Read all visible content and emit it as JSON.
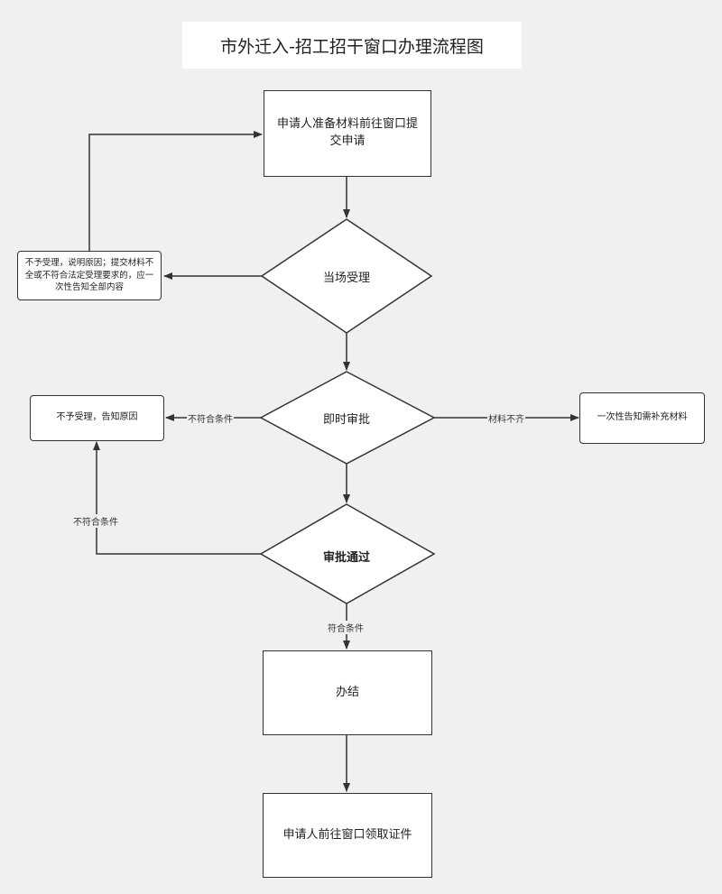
{
  "title": "市外迁入-招工招干窗口办理流程图",
  "nodes": {
    "submit": "申请人准备材料前往窗口提交申请",
    "reject_on_spot": "不予受理，说明原因；提交材料不全或不符合法定受理要求的，应一次性告知全部内容",
    "on_site_accept": "当场受理",
    "instant_review": "即时审批",
    "reject_notify": "不予受理，告知原因",
    "supplement_notice": "一次性告知需补充材料",
    "review_pass": "审批通过",
    "complete": "办结",
    "collect": "申请人前往窗口领取证件"
  },
  "edge_labels": {
    "not_meet_1": "不符合条件",
    "materials_incomplete": "材料不齐",
    "not_meet_2": "不符合条件",
    "meet": "符合条件"
  }
}
